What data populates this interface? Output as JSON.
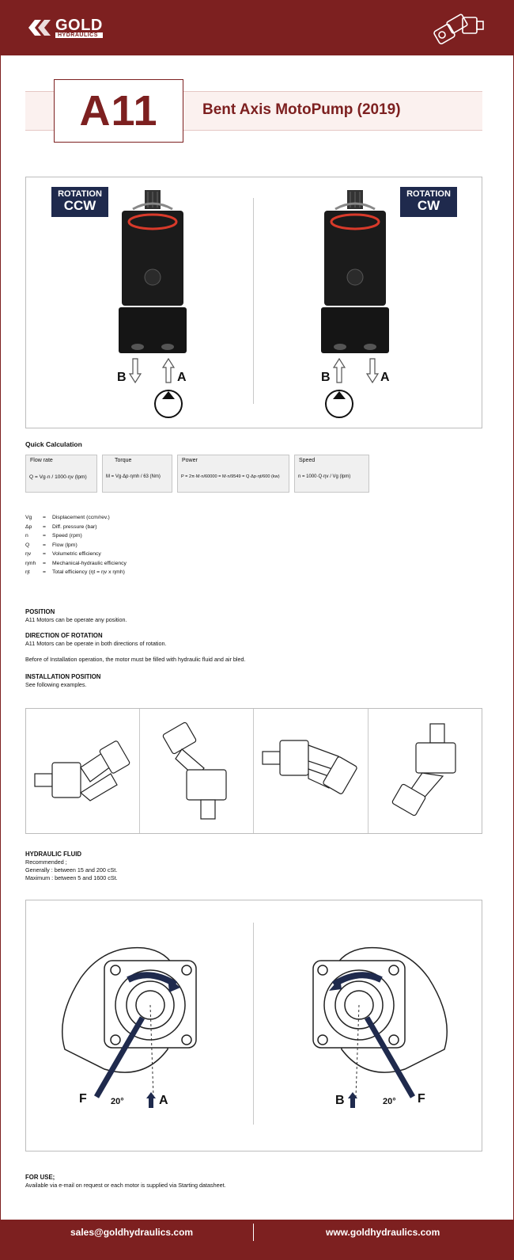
{
  "header": {
    "logo_word": "GOLD",
    "logo_sub": "HYDRAULICS"
  },
  "title": {
    "model": "A11",
    "subtitle": "Bent Axis MotoPump  (2019)"
  },
  "rotation": {
    "ccw": {
      "line1": "ROTATION",
      "line2": "CCW",
      "port_left": "B",
      "port_right": "A"
    },
    "cw": {
      "line1": "ROTATION",
      "line2": "CW",
      "port_left": "B",
      "port_right": "A"
    }
  },
  "quick_calc": {
    "title": "Quick Calculation",
    "boxes": [
      {
        "label": "Flow rate",
        "formula": "Q = Vg·n / 1000·ηv  (lpm)"
      },
      {
        "label": "Torque",
        "formula": "M = Vg·Δp·ηmh / 63  (Nm)"
      },
      {
        "label": "Power",
        "formula": "P = 2π·M·n/60000 = M·n/9549 = Q·Δp·ηt/600  (kw)"
      },
      {
        "label": "Speed",
        "formula": "n = 1000·Q·ηv / Vg  (lpm)"
      }
    ]
  },
  "legend": [
    {
      "sym": "Vg",
      "desc": "Displacement (ccm/rev.)"
    },
    {
      "sym": "Δp",
      "desc": "Diff. pressure (bar)"
    },
    {
      "sym": "n",
      "desc": "Speed (rpm)"
    },
    {
      "sym": "Q",
      "desc": "Flow (lpm)"
    },
    {
      "sym": "ηv",
      "desc": "Volumetric efficiency"
    },
    {
      "sym": "ηmh",
      "desc": "Mechanical-hydraulic efficiency"
    },
    {
      "sym": "ηt",
      "desc": "Total efficiency (ηt = ηv x ηmh)"
    }
  ],
  "text": {
    "position_title": "POSITION",
    "position_body": "A11 Motors can be operate any position.",
    "direction_title": "DIRECTION OF ROTATION",
    "direction_body": "A11 Motors can be operate in both directions of rotation.",
    "before_note": "Before of Installation operation, the motor must be filled with hydraulic fluid and air bled.",
    "install_title": "INSTALLATION POSITION",
    "install_body": "See following examples.",
    "fluid_title": "HYDRAULIC FLUID",
    "fluid_line1": "Recommended ;",
    "fluid_line2": "Generally : between 15 and 200 cSt.",
    "fluid_line3": "Maximum : between 5 and 1600 cSt.",
    "foruse_title": "FOR USE;",
    "foruse_body": "Available via e-mail on request or each motor is supplied via Starting datasheet."
  },
  "flow_diagram": {
    "left": {
      "f": "F",
      "angle": "20°",
      "port": "A"
    },
    "right": {
      "f": "F",
      "angle": "20°",
      "port": "B"
    }
  },
  "footer": {
    "email": "sales@goldhydraulics.com",
    "web": "www.goldhydraulics.com"
  },
  "colors": {
    "brand": "#7d2020",
    "badge": "#1f2a4d",
    "accent_ring": "#d83a2a"
  }
}
